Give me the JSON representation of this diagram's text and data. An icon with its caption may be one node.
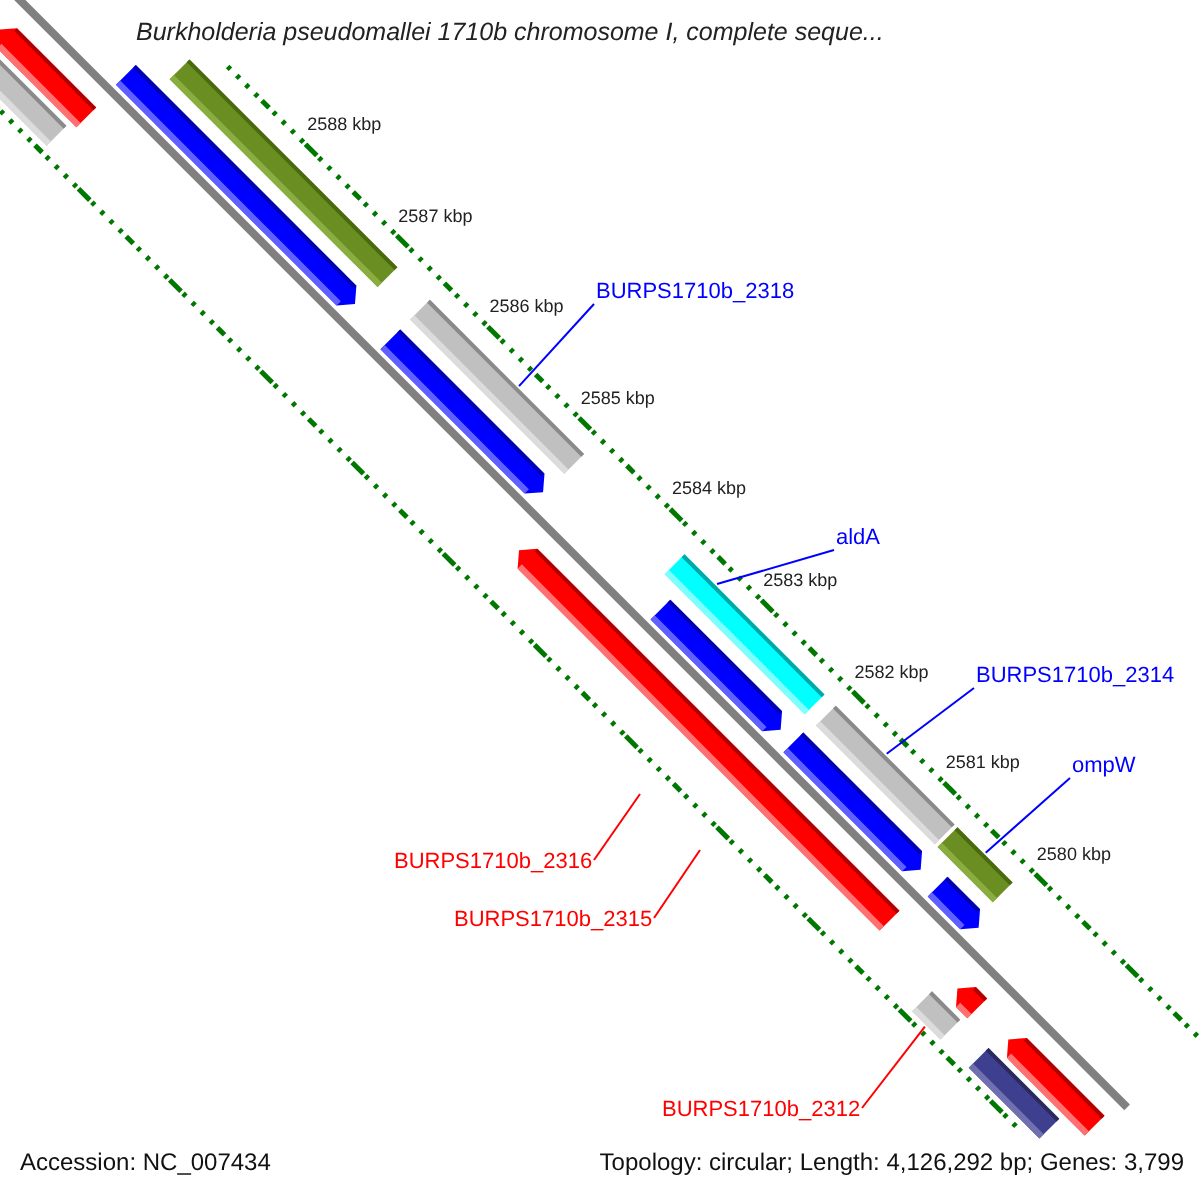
{
  "diagram": {
    "title": "Burkholderia pseudomallei 1710b chromosome I, complete seque...",
    "nodes": [
      {
        "text": [
          "BURPS1710b_2318"
        ]
      },
      {
        "text": [
          "aldA"
        ]
      },
      {
        "text": [
          "BURPS1710b_2314"
        ]
      },
      {
        "text": [
          "ompW"
        ]
      },
      {
        "text": [
          "BURPS1710b_2316"
        ]
      },
      {
        "text": [
          "BURPS1710b_2315"
        ]
      },
      {
        "text": [
          "BURPS1710b_2312"
        ]
      },
      {
        "text": [],
        "shape": "bar"
      },
      {
        "text": [],
        "shape": "bar"
      },
      {
        "text": [],
        "shape": "bar"
      },
      {
        "text": [],
        "shape": "bar"
      },
      {
        "text": [],
        "shape": "bar"
      }
    ],
    "edges": [
      {
        "from": 0,
        "to": 7,
        "arrow": "none"
      },
      {
        "from": 1,
        "to": 8,
        "arrow": "none"
      },
      {
        "from": 2,
        "to": 9,
        "arrow": "none"
      },
      {
        "from": 3,
        "to": 10,
        "arrow": "none"
      },
      {
        "from": 4,
        "to": null,
        "arrow": "none",
        "color": "#ff0000"
      },
      {
        "from": 5,
        "to": null,
        "arrow": "none",
        "color": "#ff0000"
      },
      {
        "from": 6,
        "to": 11,
        "arrow": "none",
        "color": "#ff0000"
      }
    ],
    "labels": [
      "2588 kbp",
      "2587 kbp",
      "2586 kbp",
      "2585 kbp",
      "2584 kbp",
      "2583 kbp",
      "2582 kbp",
      "2581 kbp",
      "2580 kbp",
      "Accession: NC_007434",
      "Topology: circular; Length: 4,126,292 bp; Genes: 3,799"
    ]
  }
}
